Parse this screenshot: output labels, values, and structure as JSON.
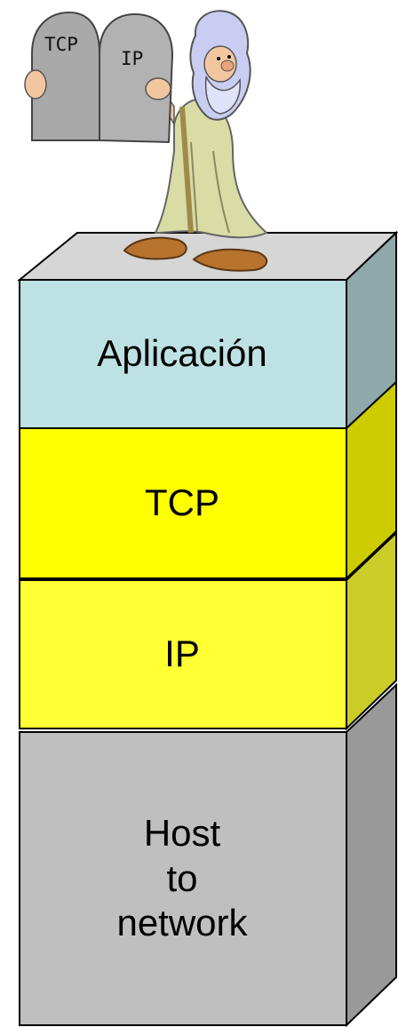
{
  "figure": {
    "tablets": {
      "left_text": "TCP",
      "right_text": "IP"
    },
    "layers": [
      {
        "id": "application",
        "label": "Aplicación",
        "color": "#bee1e4",
        "side_color": "#8fa9ab"
      },
      {
        "id": "tcp",
        "label": "TCP",
        "color": "#ffff00",
        "side_color": "#cccc00"
      },
      {
        "id": "ip",
        "label": "IP",
        "color": "#ffff33",
        "side_color": "#cccc29"
      },
      {
        "id": "host",
        "label_lines": [
          "Host",
          "to",
          "network"
        ],
        "color": "#bfbfbf",
        "side_color": "#999999"
      }
    ],
    "outline_color": "#000000"
  }
}
